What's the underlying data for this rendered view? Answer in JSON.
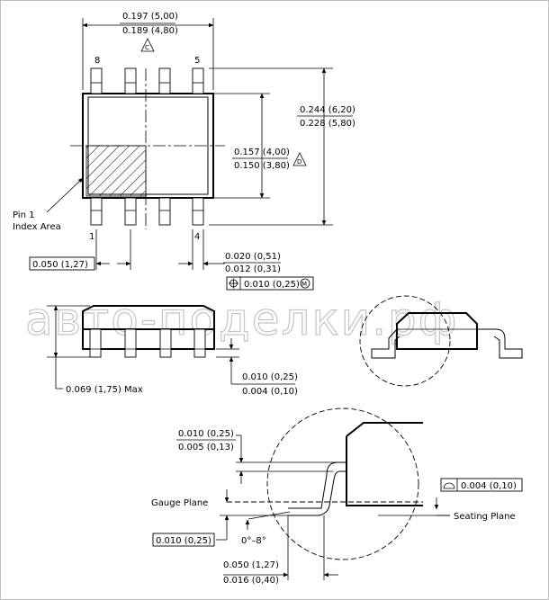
{
  "watermark": "авто-поделки.рф",
  "top_view": {
    "pin_8": "8",
    "pin_5": "5",
    "pin_1": "1",
    "pin_4": "4",
    "pin1_index_line1": "Pin 1",
    "pin1_index_line2": "Index Area",
    "c_note": "C",
    "d_note": "D",
    "width_max": "0.197 (5,00)",
    "width_min": "0.189 (4,80)",
    "overall_max": "0.244 (6,20)",
    "overall_min": "0.228 (5,80)",
    "body_max": "0.157 (4,00)",
    "body_min": "0.150 (3,80)",
    "pitch": "0.050 (1,27)",
    "lead_w_max": "0.020 (0,51)",
    "lead_w_min": "0.012 (0,31)",
    "position_tol": "0.010 (0,25)",
    "position_mod": "M"
  },
  "side_view": {
    "height_max": "0.069 (1,75) Max",
    "standoff_max": "0.010 (0,25)",
    "standoff_min": "0.004 (0,10)"
  },
  "detail_view": {
    "lead_thk_max": "0.010 (0,25)",
    "lead_thk_min": "0.005 (0,13)",
    "gauge_plane": "Gauge Plane",
    "gauge_dim": "0.010 (0,25)",
    "angle": "0°–8°",
    "coplanarity": "0.004 (0,10)",
    "seating_plane": "Seating Plane",
    "foot_max": "0.050 (1,27)",
    "foot_min": "0.016 (0,40)"
  }
}
